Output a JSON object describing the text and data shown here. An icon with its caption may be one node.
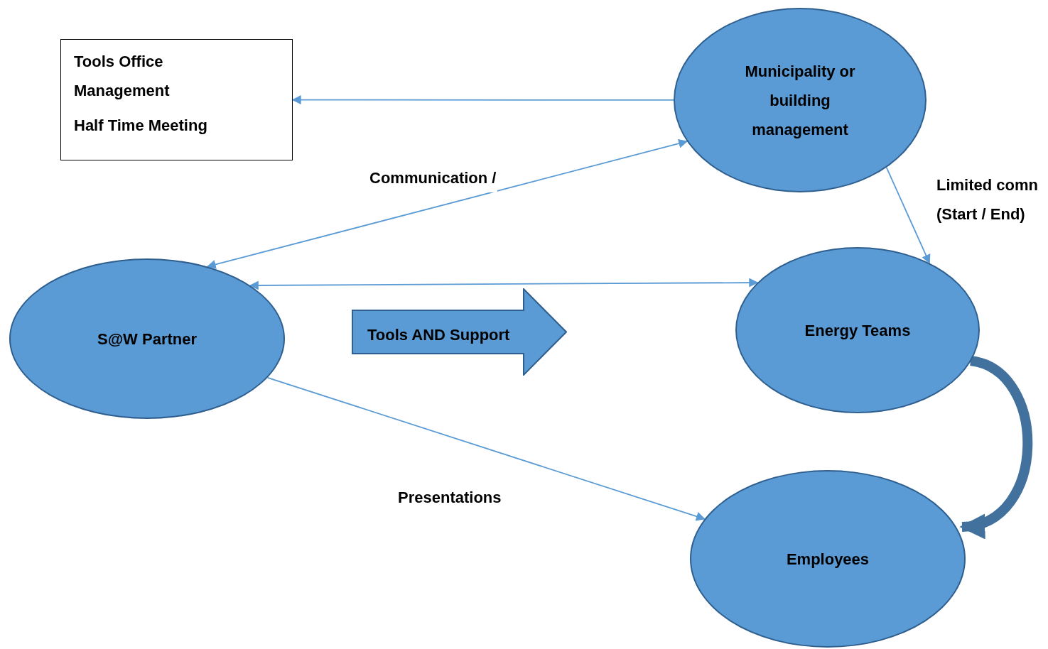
{
  "diagram": {
    "nodes": [
      {
        "text": [
          "Tools Office Management",
          "Half Time Meeting"
        ]
      },
      {
        "text": [
          "Municipality or building management"
        ]
      },
      {
        "text": [
          "S@W Partner"
        ]
      },
      {
        "text": [
          "Energy Teams"
        ]
      },
      {
        "text": [
          "Employees"
        ]
      },
      {
        "text": [
          "Tools AND Support"
        ]
      }
    ],
    "edges": [
      {
        "from": 1,
        "to": 0,
        "arrow": "to"
      },
      {
        "from": 2,
        "to": 1,
        "arrow": "both",
        "label": "Communication /"
      },
      {
        "from": 1,
        "to": 3,
        "arrow": "to",
        "label": "Limited comn (Start / End)"
      },
      {
        "from": 2,
        "to": 3,
        "arrow": "both"
      },
      {
        "from": 2,
        "to": 4,
        "arrow": "to",
        "label": "Presentations"
      },
      {
        "from": 3,
        "to": 4,
        "arrow": "to",
        "style": "thick",
        "color": "#41719c"
      }
    ]
  }
}
